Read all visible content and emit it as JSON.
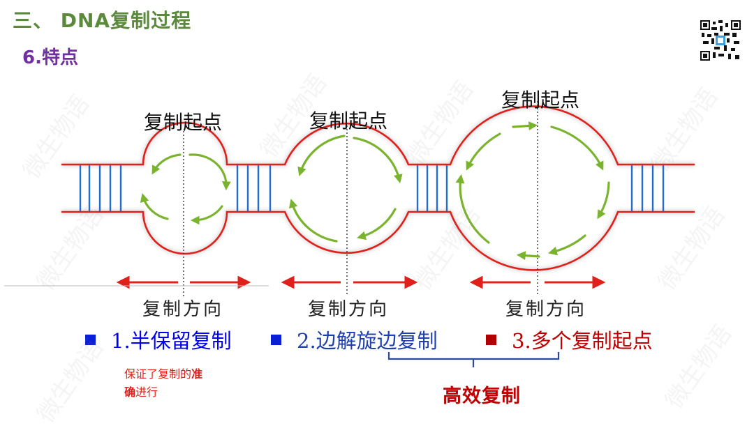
{
  "header": {
    "title": "三、  DNA复制过程",
    "subtitle": "6.特点"
  },
  "diagram": {
    "origins": [
      "复制起点",
      "复制起点",
      "复制起点"
    ],
    "directions": [
      "复制方向",
      "复制方向",
      "复制方向"
    ]
  },
  "features": [
    {
      "label": "1.半保留复制",
      "color": "#0000ee",
      "bullet_color": "#0a1fd8"
    },
    {
      "label": "2.边解旋边复制",
      "color": "#1f3fb0",
      "bullet_color": "#0a1fd8"
    },
    {
      "label": "3.多个复制起点",
      "color": "#c00000",
      "bullet_color": "#b00000"
    }
  ],
  "note": {
    "line1_normal": "保证了复制的",
    "line1_bold": "准",
    "line2_bold": "确",
    "line2_normal": "进行"
  },
  "efficiency_label": "高效复制",
  "watermark_text": "微生物语",
  "colors": {
    "title": "#5b8a3c",
    "subtitle": "#7030a0",
    "strand": "#e0201b",
    "rung": "#1f6fd0",
    "arrow": "#7ab32e",
    "brace": "#2a4a9c"
  }
}
